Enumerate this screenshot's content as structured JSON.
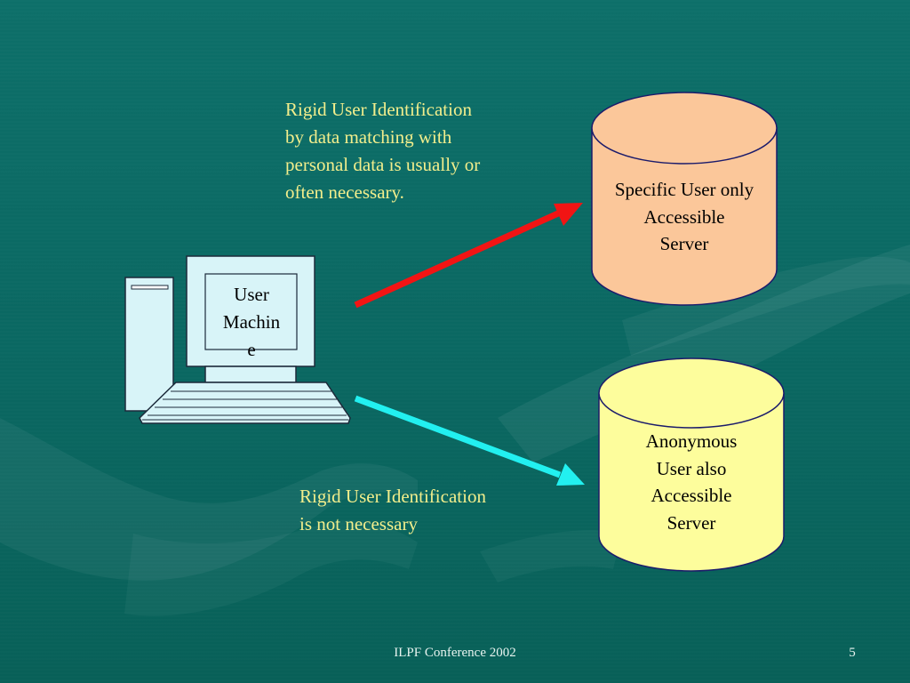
{
  "slide": {
    "caption_top": "Rigid User Identification\nby data matching with\npersonal data is usually or\noften necessary.",
    "caption_bottom": "Rigid User Identification\nis not necessary",
    "footer": "ILPF Conference 2002",
    "page_number": "5"
  },
  "nodes": {
    "user_machine": "User\nMachin\ne",
    "server_specific": "Specific User only\nAccessible\nServer",
    "server_anonymous": "Anonymous\nUser also\nAccessible\nServer"
  },
  "colors": {
    "background": "#0b6a64",
    "caption_text": "#f2ee8c",
    "server_specific_fill": "#fbc79a",
    "server_anonymous_fill": "#fdfd9c",
    "computer_fill": "#d8f4f8",
    "arrow_red": "#f21414",
    "arrow_cyan": "#22f0f0"
  },
  "icons": {
    "computer": "desktop-computer-icon",
    "server": "database-cylinder-icon"
  }
}
